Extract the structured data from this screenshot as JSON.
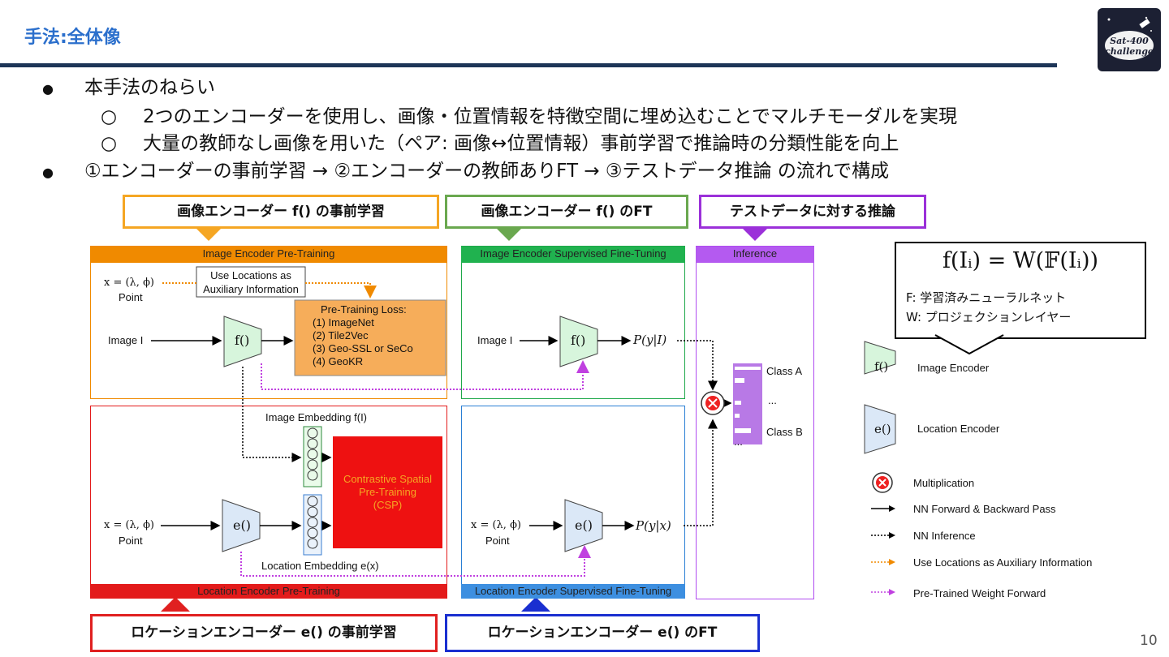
{
  "slide": {
    "title": "手法:全体像",
    "page_number": "10",
    "logo_text": "Sat-400 challenge"
  },
  "bullets": [
    {
      "level": 1,
      "text": "本手法のねらい"
    },
    {
      "level": 2,
      "text": "2つのエンコーダーを使用し、画像・位置情報を特徴空間に埋め込むことでマルチモーダルを実現"
    },
    {
      "level": 2,
      "text": "大量の教師なし画像を用いた（ペア: 画像↔位置情報）事前学習で推論時の分類性能を向上"
    },
    {
      "level": 1,
      "text": "①エンコーダーの事前学習 → ②エンコーダーの教師ありFT → ③テストデータ推論 の流れで構成"
    }
  ],
  "callouts": {
    "img_pre": "画像エンコーダー f() の事前学習",
    "img_ft": "画像エンコーダー f() のFT",
    "infer": "テストデータに対する推論",
    "loc_pre": "ロケーションエンコーダー e() の事前学習",
    "loc_ft": "ロケーションエンコーダー e() のFT"
  },
  "formula": {
    "equation": "f(Iᵢ) = W(𝔽(Iᵢ))",
    "line1": "F: 学習済みニューラルネット",
    "line2": "W: プロジェクションレイヤー"
  },
  "diagram": {
    "bands": {
      "img_pre": "Image Encoder Pre-Training",
      "img_ft": "Image Encoder Supervised Fine-Tuning",
      "inference": "Inference",
      "loc_pre": "Location Encoder Pre-Training",
      "loc_ft": "Location Encoder Supervised Fine-Tuning"
    },
    "x_eq": "x = (λ, ϕ)",
    "point": "Point",
    "use_loc_box": [
      "Use Locations as",
      "Auxiliary Information"
    ],
    "image_label": "Image I",
    "f_label": "f()",
    "e_label": "e()",
    "loss_title": "Pre-Training Loss:",
    "loss_items": [
      "(1) ImageNet",
      "(2) Tile2Vec",
      "(3) Geo-SSL or SeCo",
      "(4) GeoKR"
    ],
    "img_embed": "Image Embedding f(I)",
    "loc_embed": "Location Embedding e(x)",
    "csp": [
      "Contrastive Spatial",
      "Pre-Training",
      "(CSP)"
    ],
    "py_i": "P(y|I)",
    "py_x": "P(y|x)",
    "class_a": "Class A",
    "class_b": "Class B",
    "ellipsis": "...",
    "ellipsis2": "..."
  },
  "legend": [
    {
      "icon": "image-encoder-icon",
      "text": "Image Encoder",
      "symbol": "f()"
    },
    {
      "icon": "location-encoder-icon",
      "text": "Location Encoder",
      "symbol": "e()"
    },
    {
      "icon": "multiplication-icon",
      "text": "Multiplication"
    },
    {
      "icon": "solid-arrow-icon",
      "text": "NN Forward & Backward Pass"
    },
    {
      "icon": "dotted-arrow-icon",
      "text": "NN Inference"
    },
    {
      "icon": "orange-dotted-arrow-icon",
      "text": "Use Locations as Auxiliary Information"
    },
    {
      "icon": "purple-dotted-arrow-icon",
      "text": "Pre-Trained Weight Forward"
    }
  ],
  "colors": {
    "title_blue": "#2b6fcc",
    "orange": "#f08a00",
    "green": "#1fa84a",
    "purple": "#b04cf0",
    "red": "#e31b1b",
    "blue": "#2a7fd4",
    "callout_orange": "#f5a623",
    "callout_green": "#6aa84f",
    "callout_purple": "#9b30d9",
    "callout_red": "#e02020",
    "callout_blue": "#1a2fd0"
  }
}
